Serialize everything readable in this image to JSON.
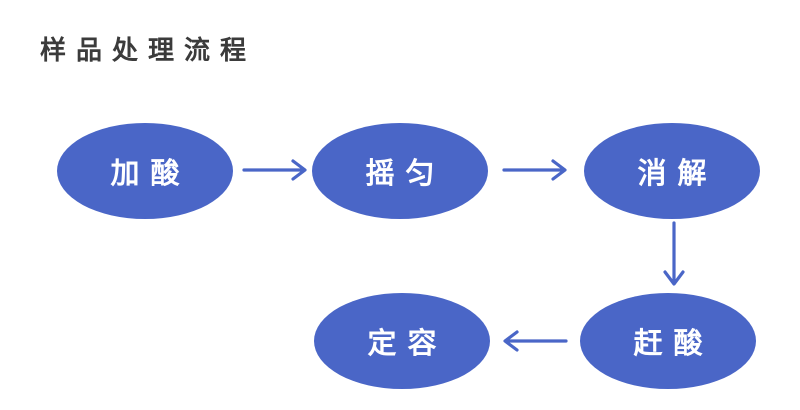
{
  "title": "样品处理流程",
  "flow": {
    "nodes": [
      {
        "id": "add-acid",
        "label": "加酸"
      },
      {
        "id": "shake",
        "label": "摇匀"
      },
      {
        "id": "digest",
        "label": "消解"
      },
      {
        "id": "drive-acid",
        "label": "赶酸"
      },
      {
        "id": "fix-volume",
        "label": "定容"
      }
    ],
    "edges": [
      {
        "from": "加酸",
        "to": "摇匀",
        "direction": "right"
      },
      {
        "from": "摇匀",
        "to": "消解",
        "direction": "right"
      },
      {
        "from": "消解",
        "to": "赶酸",
        "direction": "down"
      },
      {
        "from": "赶酸",
        "to": "定容",
        "direction": "left"
      }
    ]
  },
  "colors": {
    "background": "#ffffff",
    "node_fill": "#4a66c7",
    "node_text": "#ffffff",
    "arrow": "#4a66c7",
    "title_text": "#3b3b3b"
  }
}
